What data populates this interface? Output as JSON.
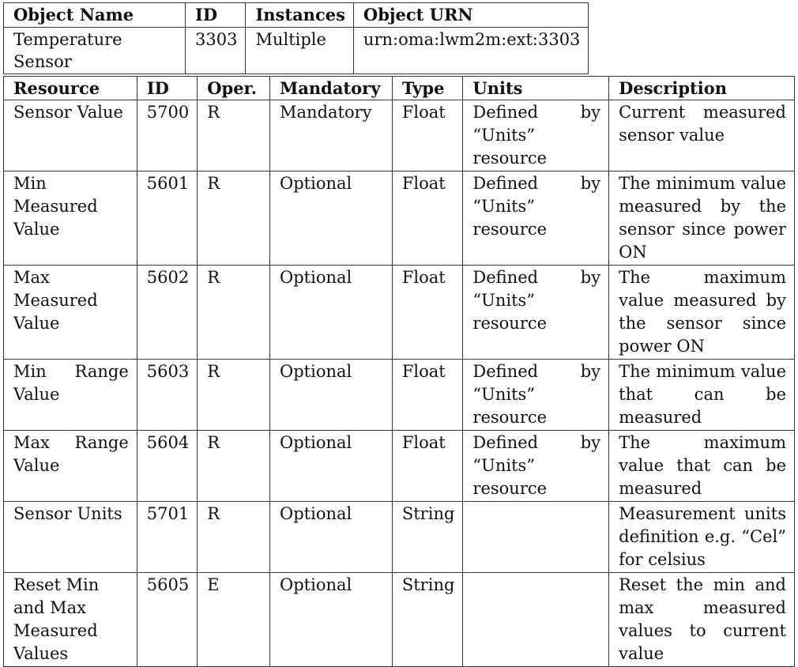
{
  "object_table": {
    "headers": [
      "Object Name",
      "ID",
      "Instances",
      "Object URN"
    ],
    "row": [
      "Temperature Sensor",
      "3303",
      "Multiple",
      "urn:oma:lwm2m:ext:3303"
    ]
  },
  "resource_table": {
    "headers": [
      "Resource",
      "ID",
      "Oper.",
      "Mandatory",
      "Type",
      "Units",
      "Description"
    ],
    "rows": [
      {
        "resource": "Sensor Value",
        "id": "5700",
        "oper": "R",
        "mandatory": "Mandatory",
        "type": "Float",
        "units": "Defined by “Units” resource",
        "description": "Current measured sensor value"
      },
      {
        "resource": "Min Measured Value",
        "id": "5601",
        "oper": "R",
        "mandatory": "Optional",
        "type": "Float",
        "units": "Defined by “Units” resource",
        "description": "The minimum value measured by the sen­sor since power ON"
      },
      {
        "resource": "Max Measured Value",
        "id": "5602",
        "oper": "R",
        "mandatory": "Optional",
        "type": "Float",
        "units": "Defined by “Units” resource",
        "description": "The maximum value measured by the sen­sor since power ON"
      },
      {
        "resource": "Min Range Value",
        "id": "5603",
        "oper": "R",
        "mandatory": "Optional",
        "type": "Float",
        "units": "Defined by “Units” resource",
        "description": "The minimum value that can be measured"
      },
      {
        "resource": "Max Range Value",
        "id": "5604",
        "oper": "R",
        "mandatory": "Optional",
        "type": "Float",
        "units": "Defined by “Units” resource",
        "description": "The maximum value that can be measured"
      },
      {
        "resource": "Sensor Units",
        "id": "5701",
        "oper": "R",
        "mandatory": "Optional",
        "type": "String",
        "units": "",
        "description": "Measurement units definition e.g. “Cel” for celsius"
      },
      {
        "resource": "Reset Min and Max Measured Values",
        "id": "5605",
        "oper": "E",
        "mandatory": "Optional",
        "type": "String",
        "units": "",
        "description": "Reset the min and max measured values to current value"
      }
    ]
  }
}
